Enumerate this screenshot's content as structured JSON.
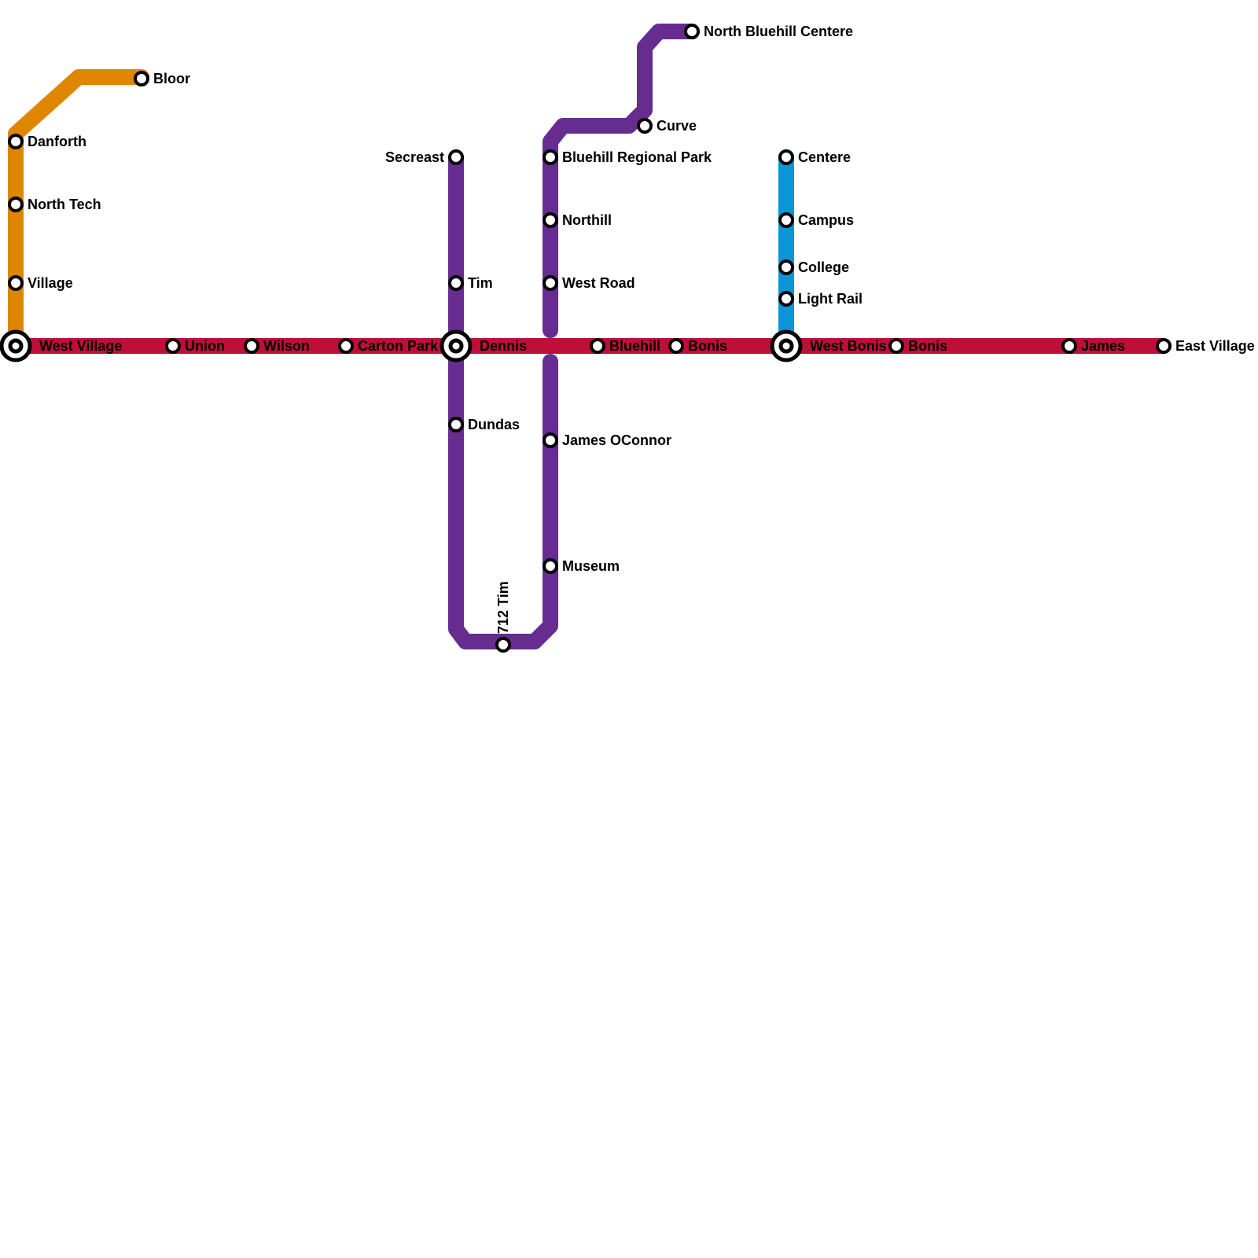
{
  "colors": {
    "red_line": "#BD1038",
    "purple_line": "#662C90",
    "orange_line": "#DF8600",
    "blue_line": "#0896D7",
    "stop_fill": "#ffffff",
    "stop_stroke": "#000000"
  },
  "stations": {
    "west_village": "West Village",
    "union": "Union",
    "wilson": "Wilson",
    "carton_park": "Carton Park",
    "dennis": "Dennis",
    "bluehill": "Bluehill",
    "bonis_1": "Bonis",
    "west_bonis": "West Bonis",
    "bonis_2": "Bonis",
    "james": "James",
    "east_village": "East Village",
    "danforth": "Danforth",
    "north_tech": "North Tech",
    "village": "Village",
    "bloor": "Bloor",
    "secreast": "Secreast",
    "tim": "Tim",
    "dundas": "Dundas",
    "tim_712": "712 Tim",
    "north_bluehill_centere": "North Bluehill Centere",
    "curve": "Curve",
    "bluehill_regional_park": "Bluehill Regional Park",
    "northill": "Northill",
    "west_road": "West Road",
    "james_oconnor": "James OConnor",
    "museum": "Museum",
    "centere": "Centere",
    "campus": "Campus",
    "college": "College",
    "light_rail": "Light Rail"
  }
}
